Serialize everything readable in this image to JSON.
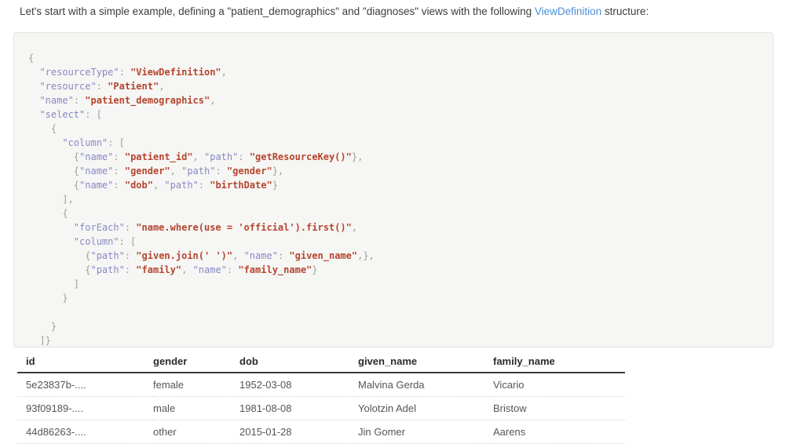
{
  "intro": {
    "before_link": "Let's start with a simple example, defining a \"patient_demographics\" and \"diagnoses\" views with the following ",
    "link_text": "ViewDefinition",
    "after_link": " structure:",
    "link_color": "#4a90d9"
  },
  "code": {
    "language": "json",
    "background": "#f6f6f4",
    "key_color": "#8888c6",
    "string_color": "#b5452e",
    "punct_color": "#9e9e9e",
    "lines": [
      [
        {
          "t": "{",
          "c": "p"
        }
      ],
      [
        {
          "t": "  ",
          "c": "p"
        },
        {
          "t": "\"resourceType\"",
          "c": "k"
        },
        {
          "t": ": ",
          "c": "p"
        },
        {
          "t": "\"ViewDefinition\"",
          "c": "s"
        },
        {
          "t": ",",
          "c": "p"
        }
      ],
      [
        {
          "t": "  ",
          "c": "p"
        },
        {
          "t": "\"resource\"",
          "c": "k"
        },
        {
          "t": ": ",
          "c": "p"
        },
        {
          "t": "\"Patient\"",
          "c": "s"
        },
        {
          "t": ",",
          "c": "p"
        }
      ],
      [
        {
          "t": "  ",
          "c": "p"
        },
        {
          "t": "\"name\"",
          "c": "k"
        },
        {
          "t": ": ",
          "c": "p"
        },
        {
          "t": "\"patient_demographics\"",
          "c": "s"
        },
        {
          "t": ",",
          "c": "p"
        }
      ],
      [
        {
          "t": "  ",
          "c": "p"
        },
        {
          "t": "\"select\"",
          "c": "k"
        },
        {
          "t": ": [",
          "c": "p"
        }
      ],
      [
        {
          "t": "    {",
          "c": "p"
        }
      ],
      [
        {
          "t": "      ",
          "c": "p"
        },
        {
          "t": "\"column\"",
          "c": "k"
        },
        {
          "t": ": [",
          "c": "p"
        }
      ],
      [
        {
          "t": "        {",
          "c": "p"
        },
        {
          "t": "\"name\"",
          "c": "k"
        },
        {
          "t": ": ",
          "c": "p"
        },
        {
          "t": "\"patient_id\"",
          "c": "s"
        },
        {
          "t": ", ",
          "c": "p"
        },
        {
          "t": "\"path\"",
          "c": "k"
        },
        {
          "t": ": ",
          "c": "p"
        },
        {
          "t": "\"getResourceKey()\"",
          "c": "s"
        },
        {
          "t": "},",
          "c": "p"
        }
      ],
      [
        {
          "t": "        {",
          "c": "p"
        },
        {
          "t": "\"name\"",
          "c": "k"
        },
        {
          "t": ": ",
          "c": "p"
        },
        {
          "t": "\"gender\"",
          "c": "s"
        },
        {
          "t": ", ",
          "c": "p"
        },
        {
          "t": "\"path\"",
          "c": "k"
        },
        {
          "t": ": ",
          "c": "p"
        },
        {
          "t": "\"gender\"",
          "c": "s"
        },
        {
          "t": "},",
          "c": "p"
        }
      ],
      [
        {
          "t": "        {",
          "c": "p"
        },
        {
          "t": "\"name\"",
          "c": "k"
        },
        {
          "t": ": ",
          "c": "p"
        },
        {
          "t": "\"dob\"",
          "c": "s"
        },
        {
          "t": ", ",
          "c": "p"
        },
        {
          "t": "\"path\"",
          "c": "k"
        },
        {
          "t": ": ",
          "c": "p"
        },
        {
          "t": "\"birthDate\"",
          "c": "s"
        },
        {
          "t": "}",
          "c": "p"
        }
      ],
      [
        {
          "t": "      ],",
          "c": "p"
        }
      ],
      [
        {
          "t": "      {",
          "c": "p"
        }
      ],
      [
        {
          "t": "        ",
          "c": "p"
        },
        {
          "t": "\"forEach\"",
          "c": "k"
        },
        {
          "t": ": ",
          "c": "p"
        },
        {
          "t": "\"name.where(use = 'official').first()\"",
          "c": "s"
        },
        {
          "t": ",",
          "c": "p"
        }
      ],
      [
        {
          "t": "        ",
          "c": "p"
        },
        {
          "t": "\"column\"",
          "c": "k"
        },
        {
          "t": ": [",
          "c": "p"
        }
      ],
      [
        {
          "t": "          {",
          "c": "p"
        },
        {
          "t": "\"path\"",
          "c": "k"
        },
        {
          "t": ": ",
          "c": "p"
        },
        {
          "t": "\"given.join(' ')\"",
          "c": "s"
        },
        {
          "t": ", ",
          "c": "p"
        },
        {
          "t": "\"name\"",
          "c": "k"
        },
        {
          "t": ": ",
          "c": "p"
        },
        {
          "t": "\"given_name\"",
          "c": "s"
        },
        {
          "t": ",},",
          "c": "p"
        }
      ],
      [
        {
          "t": "          {",
          "c": "p"
        },
        {
          "t": "\"path\"",
          "c": "k"
        },
        {
          "t": ": ",
          "c": "p"
        },
        {
          "t": "\"family\"",
          "c": "s"
        },
        {
          "t": ", ",
          "c": "p"
        },
        {
          "t": "\"name\"",
          "c": "k"
        },
        {
          "t": ": ",
          "c": "p"
        },
        {
          "t": "\"family_name\"",
          "c": "s"
        },
        {
          "t": "}",
          "c": "p"
        }
      ],
      [
        {
          "t": "        ]",
          "c": "p"
        }
      ],
      [
        {
          "t": "      }",
          "c": "p"
        }
      ],
      [
        {
          "t": "",
          "c": "p"
        }
      ],
      [
        {
          "t": "    }",
          "c": "p"
        }
      ],
      [
        {
          "t": "  ]}",
          "c": "p"
        }
      ]
    ]
  },
  "table": {
    "columns": [
      "id",
      "gender",
      "dob",
      "given_name",
      "family_name"
    ],
    "rows": [
      [
        "5e23837b-....",
        "female",
        "1952-03-08",
        "Malvina Gerda",
        "Vicario"
      ],
      [
        "93f09189-....",
        "male",
        "1981-08-08",
        "Yolotzin Adel",
        "Bristow"
      ],
      [
        "44d86263-....",
        "other",
        "2015-01-28",
        "Jin Gomer",
        "Aarens"
      ]
    ]
  }
}
